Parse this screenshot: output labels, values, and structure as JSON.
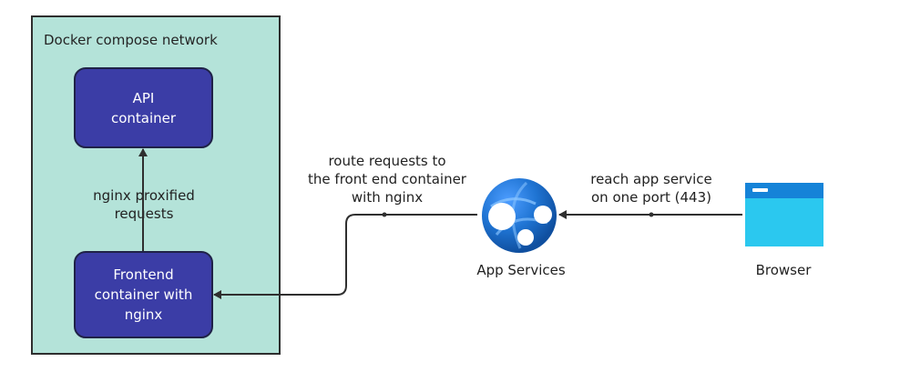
{
  "network": {
    "title": "Docker compose network"
  },
  "nodes": {
    "api": {
      "label": "API\ncontainer"
    },
    "frontend": {
      "label": "Frontend\ncontainer with\nnginx"
    },
    "app_services": {
      "label": "App Services",
      "icon": "app-services-icon"
    },
    "browser": {
      "label": "Browser",
      "icon": "browser-icon"
    }
  },
  "edges": {
    "proxy": {
      "label": "nginx proxified\nrequests"
    },
    "route": {
      "label": "route requests to\nthe front end container\nwith nginx"
    },
    "reach": {
      "label": "reach app service\non one port (443)"
    }
  },
  "colors": {
    "network_bg": "#b4e3d9",
    "container_fill": "#3b3da6",
    "container_border": "#1f2248",
    "connector": "#2f2f2f",
    "app_blue": "#1f74d3",
    "browser_blue": "#2bc8ef",
    "browser_top": "#1583d8"
  }
}
